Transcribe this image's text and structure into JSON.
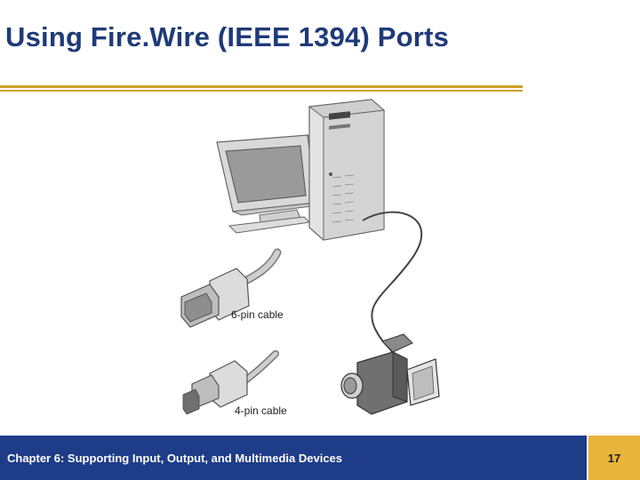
{
  "slide": {
    "title": "Using Fire.Wire (IEEE 1394) Ports"
  },
  "illustration": {
    "label_6pin": "6-pin cable",
    "label_4pin": "4-pin cable"
  },
  "footer": {
    "text": "Chapter 6: Supporting Input, Output, and Multimedia Devices",
    "page_number": "17"
  },
  "colors": {
    "title": "#1e3a78",
    "rule": "#c9a227",
    "footer_bar": "#1e3c88",
    "page_box": "#e8b43c"
  }
}
